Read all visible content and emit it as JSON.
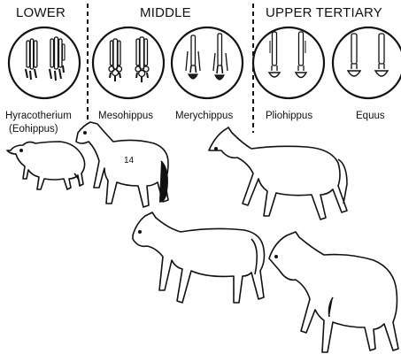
{
  "periods": {
    "lower": "LOWER",
    "middle": "MIDDLE",
    "upper": "UPPER TERTIARY"
  },
  "species": [
    {
      "name": "Hyracotherium",
      "alt_name": "(Eohippus)"
    },
    {
      "name": "Mesohippus"
    },
    {
      "name": "Merychippus"
    },
    {
      "name": "Pliohippus"
    },
    {
      "name": "Equus"
    }
  ],
  "horse_marking": "14"
}
